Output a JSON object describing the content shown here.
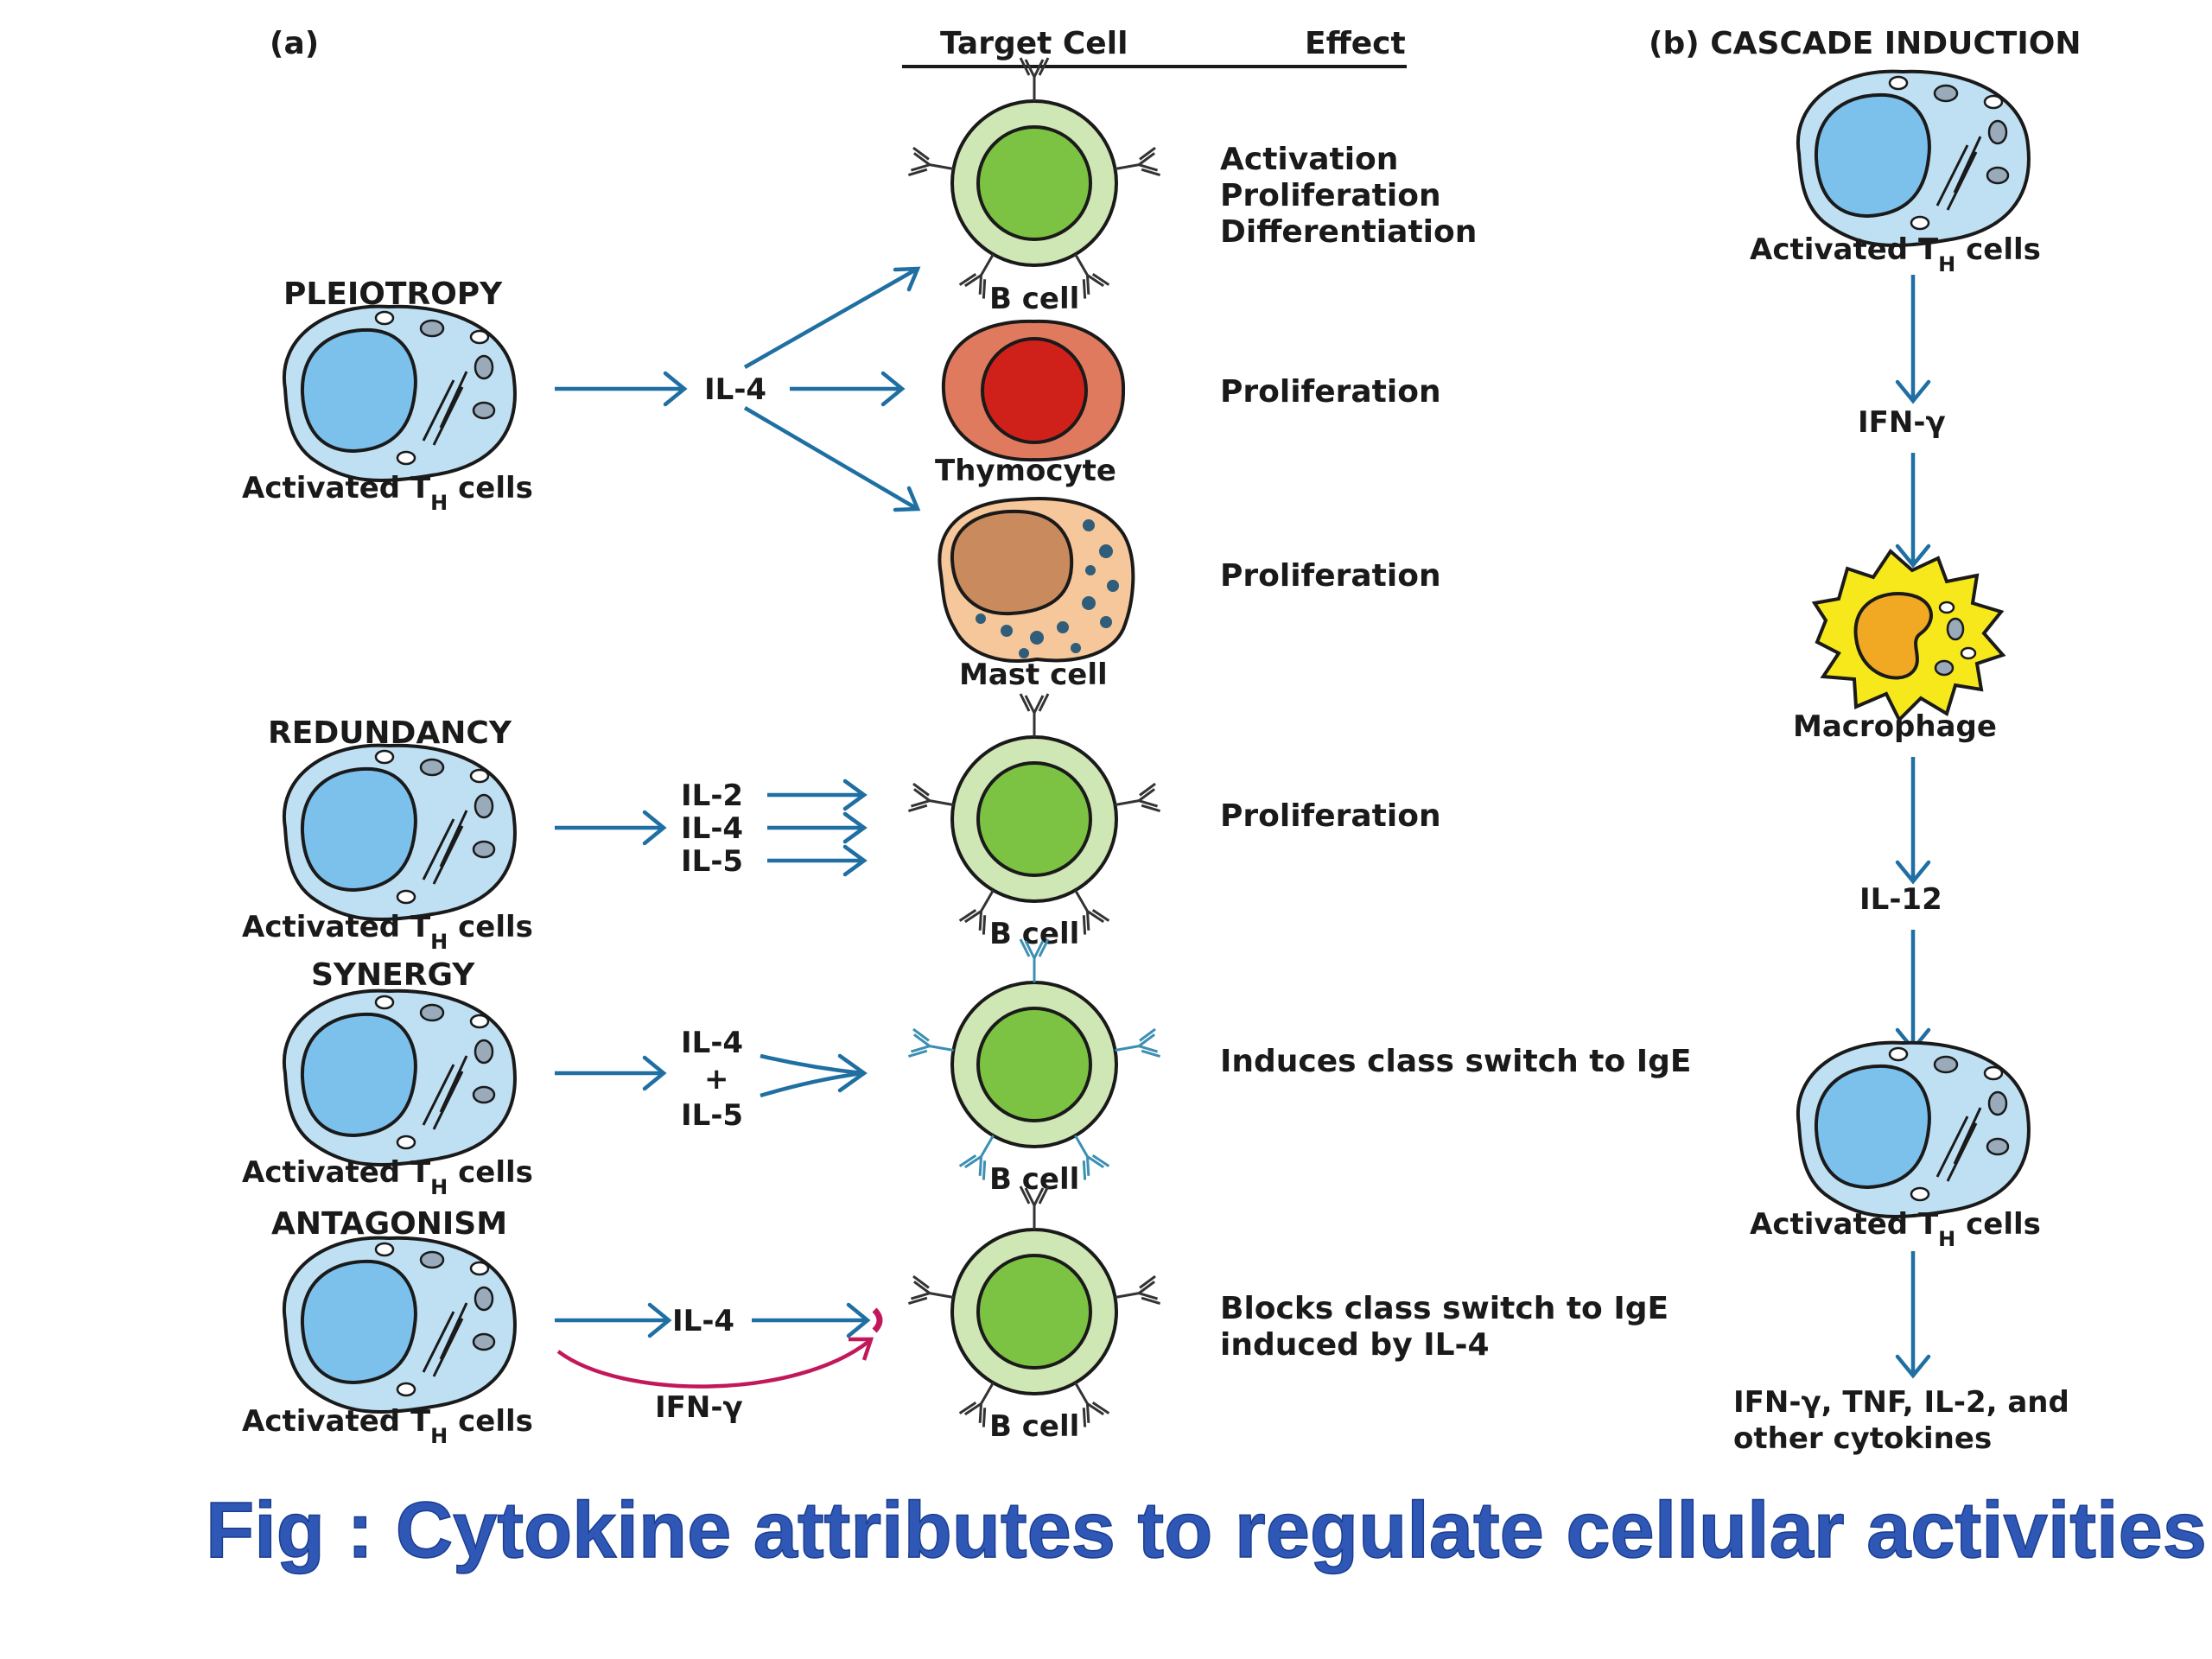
{
  "panel_a": {
    "label": "(a)",
    "column_headers": {
      "target_cell": "Target Cell",
      "effect": "Effect"
    },
    "sections": [
      {
        "name": "PLEIOTROPY",
        "source": "Activated T",
        "source_sub": "H",
        "source_suffix": " cells",
        "cytokine": "IL-4",
        "targets": [
          {
            "cell": "B cell",
            "effect_lines": [
              "Activation",
              "Proliferation",
              "Differentiation"
            ]
          },
          {
            "cell": "Thymocyte",
            "effect_lines": [
              "Proliferation"
            ]
          },
          {
            "cell": "Mast cell",
            "effect_lines": [
              "Proliferation"
            ]
          }
        ]
      },
      {
        "name": "REDUNDANCY",
        "source": "Activated T",
        "source_sub": "H",
        "source_suffix": " cells",
        "cytokines": [
          "IL-2",
          "IL-4",
          "IL-5"
        ],
        "target": "B cell",
        "effect_lines": [
          "Proliferation"
        ]
      },
      {
        "name": "SYNERGY",
        "source": "Activated T",
        "source_sub": "H",
        "source_suffix": " cells",
        "cytokines": [
          "IL-4",
          "+",
          "IL-5"
        ],
        "target": "B cell",
        "effect_lines": [
          "Induces class switch to IgE"
        ]
      },
      {
        "name": "ANTAGONISM",
        "source": "Activated T",
        "source_sub": "H",
        "source_suffix": " cells",
        "cytokine": "IL-4",
        "antagonist": "IFN-γ",
        "target": "B cell",
        "effect_lines": [
          "Blocks class switch to IgE",
          "induced by IL-4"
        ]
      }
    ]
  },
  "panel_b": {
    "label": "(b)",
    "title": "CASCADE INDUCTION",
    "steps": [
      {
        "cell": "Activated T",
        "sub": "H",
        "suffix": " cells"
      },
      {
        "cytokine": "IFN-γ"
      },
      {
        "cell": "Macrophage"
      },
      {
        "cytokine": "IL-12"
      },
      {
        "cell": "Activated T",
        "sub": "H",
        "suffix": " cells"
      },
      {
        "output_lines": [
          "IFN-γ, TNF, IL-2, and",
          "other cytokines"
        ]
      }
    ]
  },
  "caption": "Fig : Cytokine attributes to regulate cellular activities",
  "colors": {
    "arrow": "#1f6fa3",
    "antagonist_arrow": "#c2185b",
    "th_cell": "#bfe0f3",
    "th_nucleus": "#7cc0ec",
    "b_cell_outer": "#cfe6b5",
    "b_cell_inner": "#7cc243",
    "thymocyte_outer": "#e07a5f",
    "thymocyte_inner": "#d0201a",
    "mast_cell": "#f6c79a",
    "mast_nucleus": "#c98a5e",
    "macrophage": "#f7e81c",
    "macrophage_nucleus": "#f1a823",
    "caption": "#2f57b5"
  }
}
